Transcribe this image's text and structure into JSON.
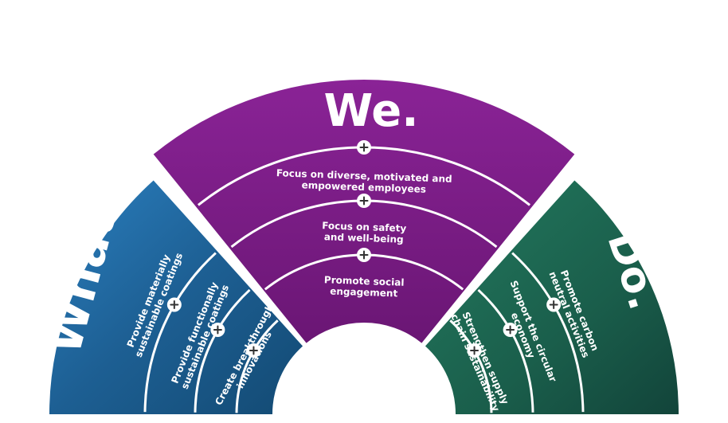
{
  "colors": {
    "what": "#1f6aa0",
    "we": "#7a1d86",
    "do": "#1c6a55",
    "divider": "#ffffff"
  },
  "sections": {
    "what": {
      "title": "What.",
      "items": [
        {
          "line1": "Provide materially",
          "line2": "sustainable coatings"
        },
        {
          "line1": "Provide functionally",
          "line2": "sustainable coatings"
        },
        {
          "line1": "Create breakthrough",
          "line2": "innovations"
        }
      ]
    },
    "we": {
      "title": "We.",
      "items": [
        {
          "line1": "Focus on diverse, motivated and",
          "line2": "empowered employees"
        },
        {
          "line1": "Focus on safety",
          "line2": "and well-being"
        },
        {
          "line1": "Promote social",
          "line2": "engagement"
        }
      ]
    },
    "do": {
      "title": "Do.",
      "items": [
        {
          "line1": "Promote carbon",
          "line2": "neutral activities"
        },
        {
          "line1": "Support the circular",
          "line2": "economy"
        },
        {
          "line1": "Strengthen supply",
          "line2": "chain sustainability"
        }
      ]
    }
  },
  "icons": {
    "item_marker": "plus-circle-icon"
  }
}
